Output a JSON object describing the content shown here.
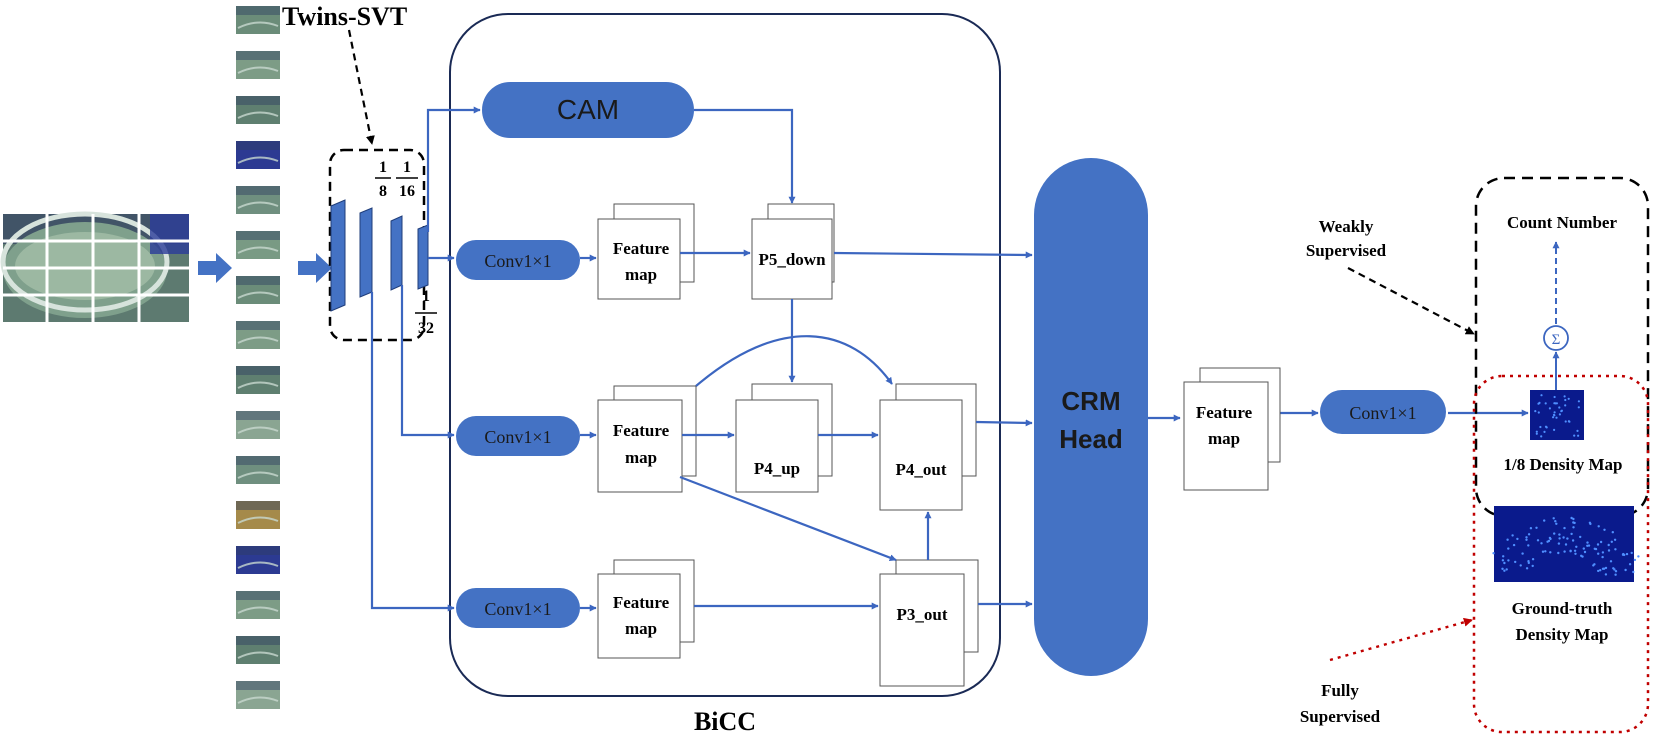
{
  "colors": {
    "blue": "#4472c4",
    "arrow": "#3c66c0",
    "black": "#000000",
    "red_dotted": "#c00000",
    "density_bg": "#0a1a8c",
    "density_dots": "#4f8fff",
    "tile_water": "#6e8f7c",
    "tile_dark": "#263a8a"
  },
  "labels": {
    "backbone": "Twins-SVT",
    "frac_1_8_num": "1",
    "frac_1_8_den": "8",
    "frac_1_16_num": "1",
    "frac_1_16_den": "16",
    "frac_1_32_num": "1",
    "frac_1_32_den": "32",
    "bicc": "BiCC",
    "cam": "CAM",
    "conv_top": "Conv1×1",
    "conv_mid": "Conv1×1",
    "conv_bot": "Conv1×1",
    "conv_out": "Conv1×1",
    "feature_map_l1": "Feature",
    "feature_map_l2": "map",
    "p5_down": "P5_down",
    "p4_up": "P4_up",
    "p4_out": "P4_out",
    "p3_out": "P3_out",
    "crm_l1": "CRM",
    "crm_l2": "Head",
    "count_number": "Count Number",
    "sum_symbol": "Σ",
    "density_small": "1/8 Density Map",
    "gt_l1": "Ground-truth",
    "gt_l2": "Density Map",
    "weakly_l1": "Weakly",
    "weakly_l2": "Supervised",
    "fully_l1": "Fully",
    "fully_l2": "Supervised"
  }
}
